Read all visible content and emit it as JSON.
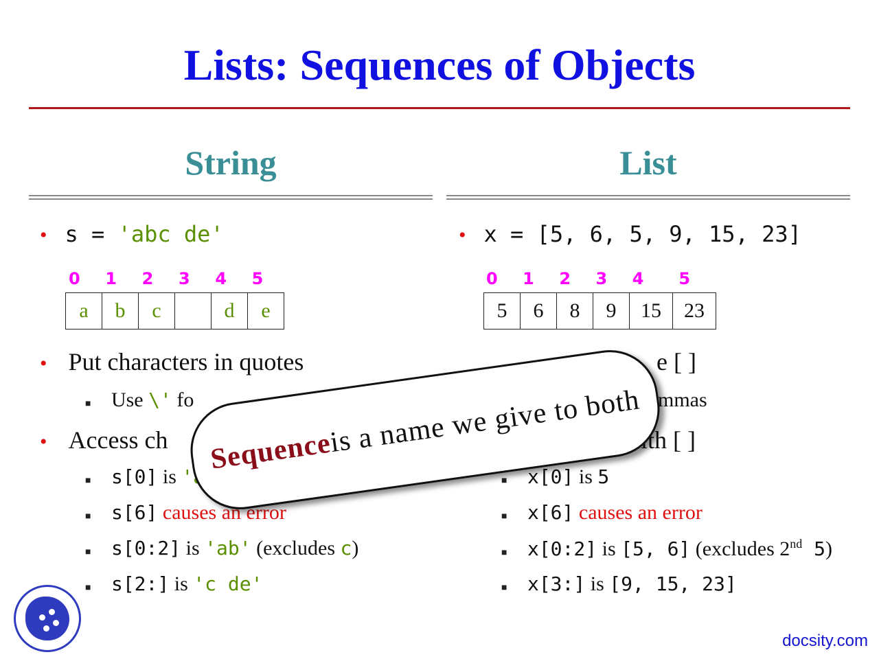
{
  "title": "Lists: Sequences of Objects",
  "left": {
    "heading": "String",
    "assign": {
      "var": "s",
      "op": " = ",
      "value": "'abc de'"
    },
    "indices": [
      "0",
      "1",
      "2",
      "3",
      "4",
      "5"
    ],
    "cells": [
      "a",
      "b",
      "c",
      "",
      "d",
      "e"
    ],
    "bullet2": "Put characters in quotes",
    "sub1_pre": "Use ",
    "sub1_code": "\\'",
    "sub1_post": " fo",
    "bullet3": "Access ch",
    "items": [
      {
        "code": "s[0]",
        "mid": " is ",
        "val": "'a'",
        "rest": ""
      },
      {
        "code": "s[6]",
        "mid": " ",
        "red": "causes an error"
      },
      {
        "code": "s[0:2]",
        "mid": " is ",
        "val": "'ab'",
        "rest1": " (excludes ",
        "val2": "c",
        "rest2": ")"
      },
      {
        "code": "s[2:]",
        "mid": " is ",
        "val": "'c de'"
      }
    ]
  },
  "right": {
    "heading": "List",
    "assign": {
      "var": "x",
      "op": " = ",
      "value": "[5, 6, 5, 9, 15, 23]"
    },
    "indices": [
      "0",
      "1",
      "2",
      "3",
      "4",
      "5"
    ],
    "cells": [
      "5",
      "6",
      "8",
      "9",
      "15",
      "23"
    ],
    "bullet2_tail": "e [ ]",
    "sub1_tail": "mmas",
    "bullet3_tail": "ms with [ ]",
    "items": [
      {
        "code": "x[0]",
        "mid": " is ",
        "val": "5"
      },
      {
        "code": "x[6]",
        "mid": " ",
        "red": "causes an error"
      },
      {
        "code": "x[0:2]",
        "mid": " is ",
        "val": "[5, 6]",
        "rest1": " (excludes 2",
        "sup": "nd",
        "val2": " 5",
        "rest2": ")"
      },
      {
        "code": "x[3:]",
        "mid": " is ",
        "val": "[9, 15, 23]"
      }
    ]
  },
  "overlay": {
    "keyword": "Sequence",
    "text": " is a name we give to both"
  },
  "footer": {
    "brand": "docsity.com",
    "logo": "docsity-logo-icon"
  },
  "colors": {
    "title": "#1010e0",
    "heading": "#3a8f96",
    "rule": "#b01818",
    "string": "#5a8f00",
    "error": "#e01010",
    "index": "#ff00ff",
    "keyword": "#8a0e1a"
  }
}
